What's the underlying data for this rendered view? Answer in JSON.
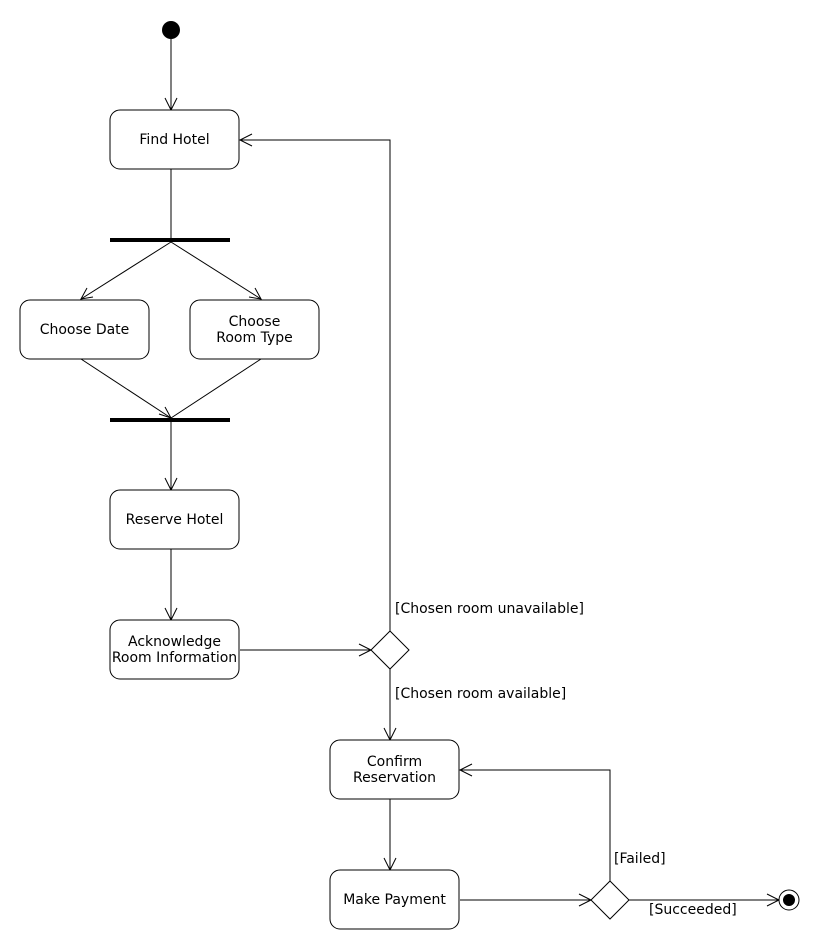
{
  "diagram": {
    "nodes": {
      "find_hotel": "Find Hotel",
      "choose_date": "Choose Date",
      "choose_room_type_line1": "Choose",
      "choose_room_type_line2": "Room Type",
      "reserve_hotel": "Reserve Hotel",
      "acknowledge_line1": "Acknowledge",
      "acknowledge_line2": "Room Information",
      "confirm_line1": "Confirm",
      "confirm_line2": "Reservation",
      "make_payment": "Make Payment"
    },
    "guards": {
      "unavailable": "[Chosen room unavailable]",
      "available": "[Chosen room available]",
      "failed": "[Failed]",
      "succeeded": "[Succeeded]"
    }
  }
}
